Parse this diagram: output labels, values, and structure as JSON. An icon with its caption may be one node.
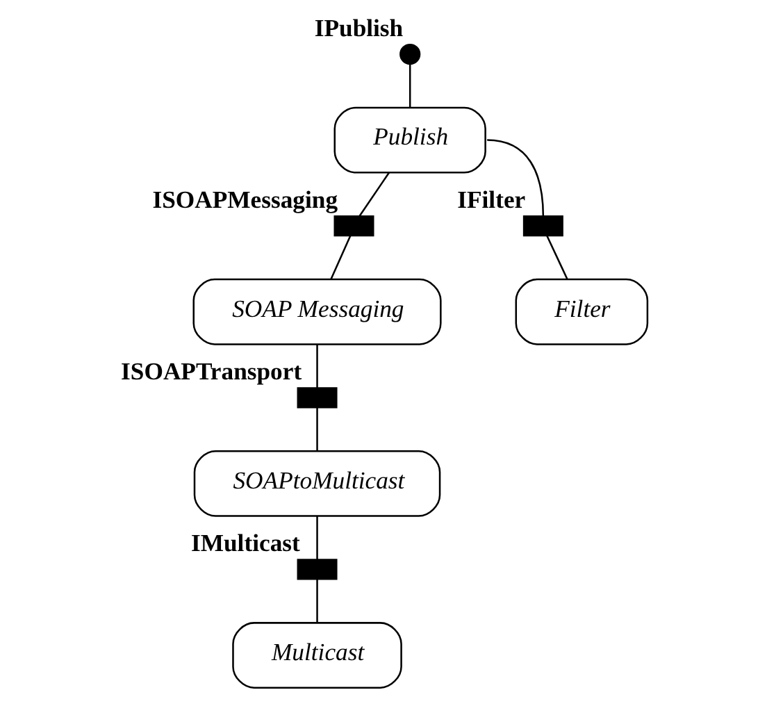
{
  "diagram": {
    "nodes": [
      {
        "text": [],
        "shape": "circle",
        "beside": [
          "IPublish"
        ]
      },
      {
        "text": [
          "Publish"
        ]
      },
      {
        "text": [],
        "shape": "box",
        "beside": [
          "ISOAPMessaging"
        ]
      },
      {
        "text": [],
        "shape": "box",
        "beside": [
          "IFilter"
        ]
      },
      {
        "text": [
          "SOAP Messaging"
        ]
      },
      {
        "text": [
          "Filter"
        ]
      },
      {
        "text": [],
        "shape": "box",
        "beside": [
          "ISOAPTransport"
        ]
      },
      {
        "text": [
          "SOAPtoMulticast"
        ]
      },
      {
        "text": [],
        "shape": "box",
        "beside": [
          "IMulticast"
        ]
      },
      {
        "text": [
          "Multicast"
        ]
      }
    ],
    "edges": [
      {
        "from": 0,
        "to": 1,
        "arrow": "none"
      },
      {
        "from": 1,
        "to": 2,
        "arrow": "none"
      },
      {
        "from": 2,
        "to": 4,
        "arrow": "none"
      },
      {
        "from": 1,
        "to": 3,
        "arrow": "none"
      },
      {
        "from": 3,
        "to": 5,
        "arrow": "none"
      },
      {
        "from": 4,
        "to": 6,
        "arrow": "none"
      },
      {
        "from": 6,
        "to": 7,
        "arrow": "none"
      },
      {
        "from": 7,
        "to": 8,
        "arrow": "none"
      },
      {
        "from": 8,
        "to": 9,
        "arrow": "none"
      }
    ]
  }
}
